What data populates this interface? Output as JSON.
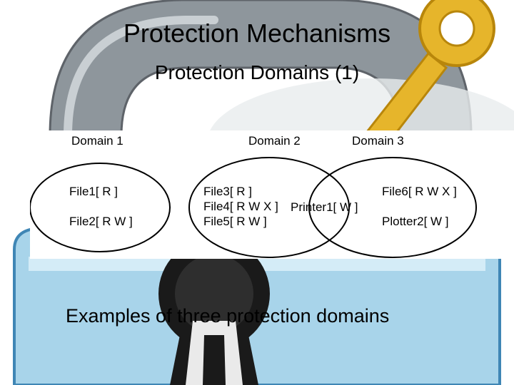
{
  "slide": {
    "title": "Protection Mechanisms",
    "subtitle": "Protection Domains (1)",
    "caption": "Examples of three protection domains"
  },
  "background": {
    "image": "padlock-with-key",
    "colors": {
      "shackle": "#8e969c",
      "body": "#a8d4ea",
      "key": "#e6b52b",
      "keyhole": "#151515"
    }
  },
  "diagram": {
    "domains": [
      {
        "label": "Domain 1",
        "items": [
          "File1[ R ]",
          "File2[ R W ]"
        ]
      },
      {
        "label": "Domain 2",
        "items": [
          "File3[ R ]",
          "File4[ R W X ]",
          "File5[ R W ]"
        ]
      },
      {
        "label": "Domain 3",
        "items": [
          "File6[ R W X ]",
          "Plotter2[ W ]"
        ]
      }
    ],
    "shared": {
      "domains": [
        "Domain 2",
        "Domain 3"
      ],
      "items": [
        "Printer1[ W ]"
      ]
    }
  }
}
